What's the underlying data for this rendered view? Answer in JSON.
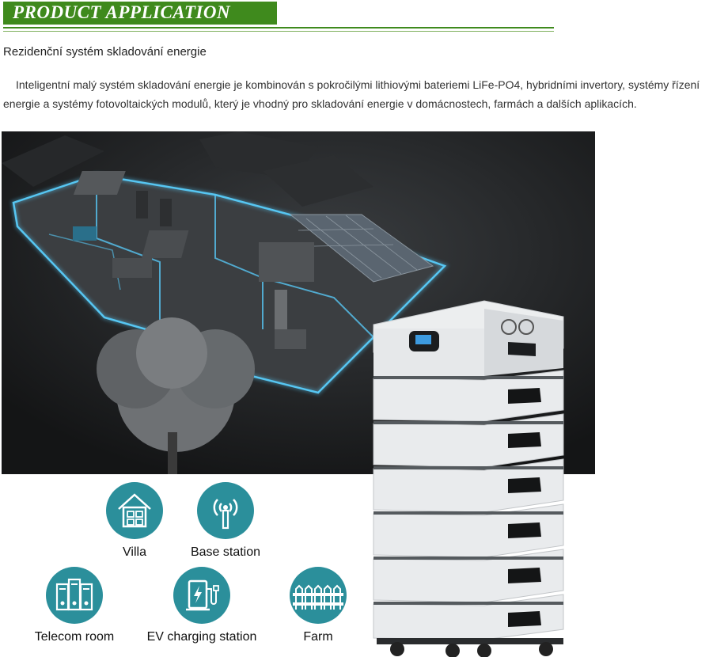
{
  "header": {
    "banner_title": "PRODUCT APPLICATION"
  },
  "content": {
    "subtitle": "Rezidenční systém skladování energie",
    "paragraph": "Inteligentní malý systém skladování energie je kombinován s pokročilými lithiovými bateriemi LiFe-PO4, hybridními invertory, systémy řízení energie a systémy fotovoltaických modulů, který je vhodný pro skladování energie v domácnostech, farmách a dalších aplikacích."
  },
  "applications": [
    {
      "label": "Villa",
      "icon": "villa-icon"
    },
    {
      "label": "Base station",
      "icon": "antenna-icon"
    },
    {
      "label": "Telecom room",
      "icon": "server-icon"
    },
    {
      "label": "EV charging station",
      "icon": "ev-charger-icon"
    },
    {
      "label": "Farm",
      "icon": "fence-icon"
    }
  ],
  "colors": {
    "banner": "#3f8a1d",
    "icon_circle": "#2b8f9b",
    "house_glow": "#4fb6e6"
  }
}
